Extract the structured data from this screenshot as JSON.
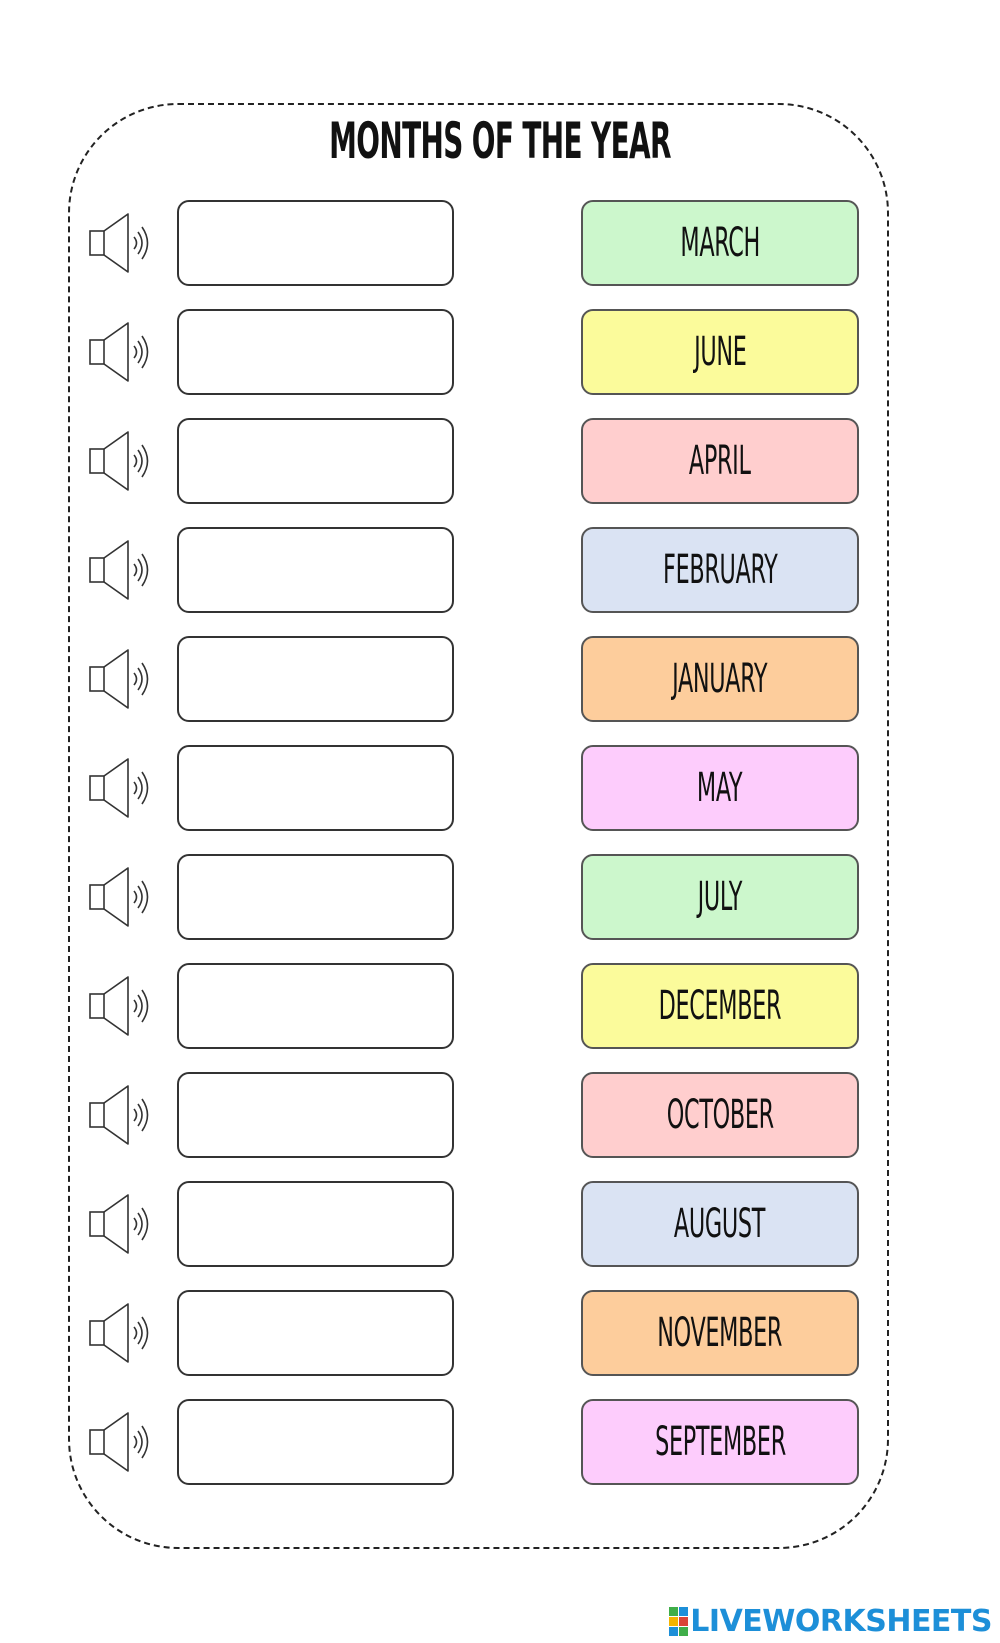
{
  "worksheet": {
    "title": "MONTHS OF THE YEAR"
  },
  "rows": [
    {
      "answer_value": "",
      "word": "MARCH",
      "card_color": "#ccf7cc"
    },
    {
      "answer_value": "",
      "word": "JUNE",
      "card_color": "#fbfb9b"
    },
    {
      "answer_value": "",
      "word": "APRIL",
      "card_color": "#ffcece"
    },
    {
      "answer_value": "",
      "word": "FEBRUARY",
      "card_color": "#dae3f3"
    },
    {
      "answer_value": "",
      "word": "JANUARY",
      "card_color": "#fdcd9c"
    },
    {
      "answer_value": "",
      "word": "MAY",
      "card_color": "#fdccfc"
    },
    {
      "answer_value": "",
      "word": "JULY",
      "card_color": "#ccf7cc"
    },
    {
      "answer_value": "",
      "word": "DECEMBER",
      "card_color": "#fbfb9b"
    },
    {
      "answer_value": "",
      "word": "OCTOBER",
      "card_color": "#ffcece"
    },
    {
      "answer_value": "",
      "word": "AUGUST",
      "card_color": "#dae3f3"
    },
    {
      "answer_value": "",
      "word": "NOVEMBER",
      "card_color": "#fdcd9c"
    },
    {
      "answer_value": "",
      "word": "SEPTEMBER",
      "card_color": "#fdccfc"
    }
  ],
  "icons": {
    "speaker": "speaker-icon"
  },
  "footer": {
    "brand": "LIVEWORKSHEETS",
    "brand_color": "#1d8fd8"
  }
}
